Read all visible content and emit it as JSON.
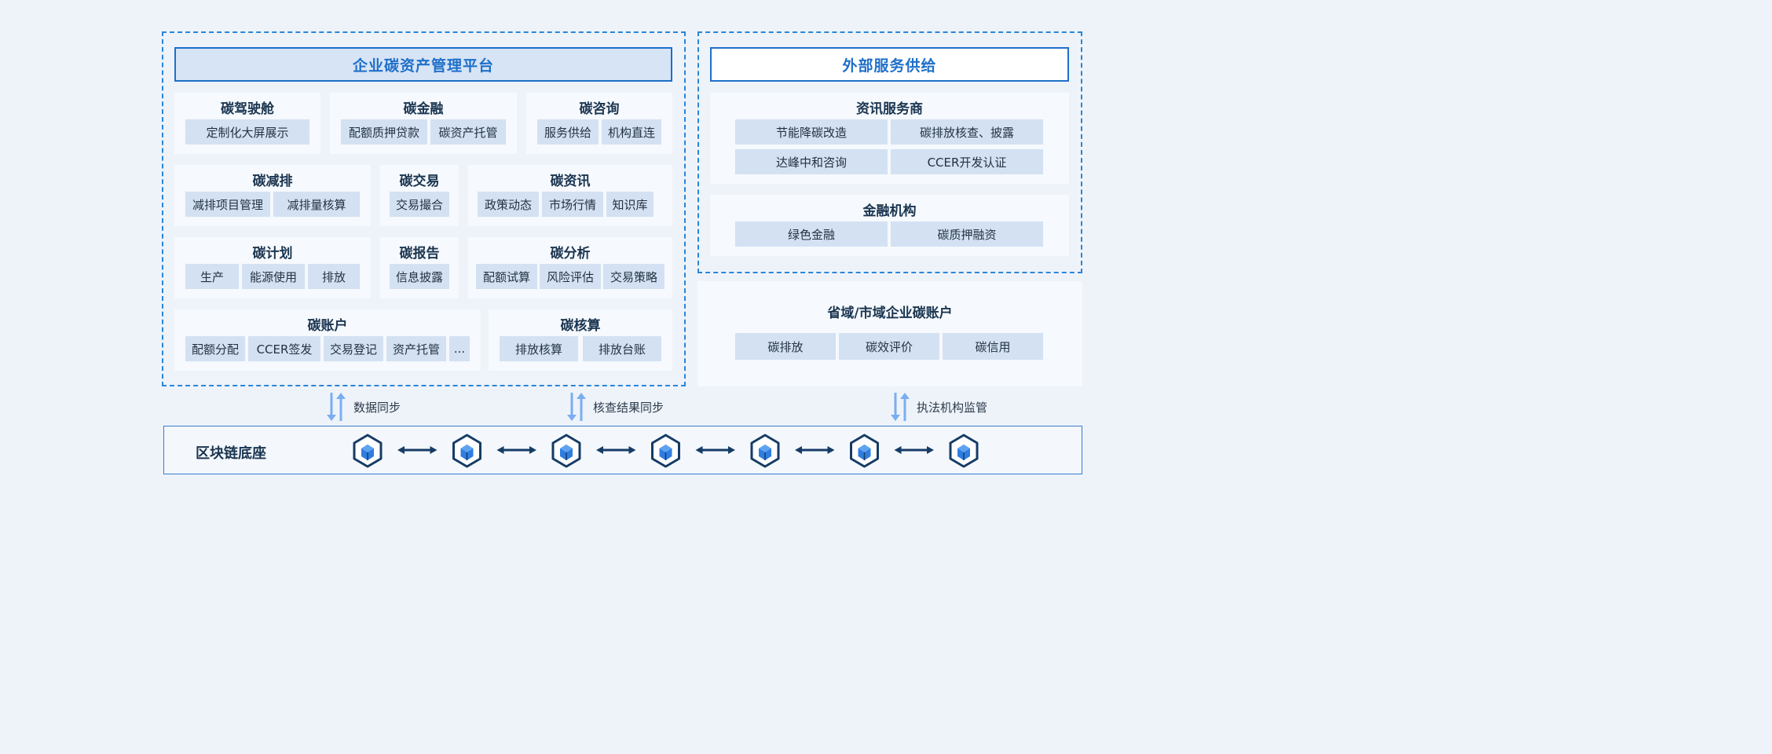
{
  "left_panel": {
    "title": "企业碳资产管理平台",
    "modules": [
      {
        "title": "碳驾驶舱",
        "items": [
          "定制化大屏展示"
        ]
      },
      {
        "title": "碳金融",
        "items": [
          "配额质押贷款",
          "碳资产托管"
        ]
      },
      {
        "title": "碳咨询",
        "items": [
          "服务供给",
          "机构直连"
        ]
      },
      {
        "title": "碳减排",
        "items": [
          "减排项目管理",
          "减排量核算"
        ]
      },
      {
        "title": "碳交易",
        "items": [
          "交易撮合"
        ]
      },
      {
        "title": "碳资讯",
        "items": [
          "政策动态",
          "市场行情",
          "知识库"
        ]
      },
      {
        "title": "碳计划",
        "items": [
          "生产",
          "能源使用",
          "排放"
        ]
      },
      {
        "title": "碳报告",
        "items": [
          "信息披露"
        ]
      },
      {
        "title": "碳分析",
        "items": [
          "配额试算",
          "风险评估",
          "交易策略"
        ]
      },
      {
        "title": "碳账户",
        "items": [
          "配额分配",
          "CCER签发",
          "交易登记",
          "资产托管",
          "..."
        ]
      },
      {
        "title": "碳核算",
        "items": [
          "排放核算",
          "排放台账"
        ]
      }
    ]
  },
  "right_panel": {
    "title": "外部服务供给",
    "modules": [
      {
        "title": "资讯服务商",
        "items": [
          "节能降碳改造",
          "碳排放核查、披露",
          "达峰中和咨询",
          "CCER开发认证"
        ]
      },
      {
        "title": "金融机构",
        "items": [
          "绿色金融",
          "碳质押融资"
        ]
      }
    ]
  },
  "account_panel": {
    "title": "省域/市域企业碳账户",
    "items": [
      "碳排放",
      "碳效评价",
      "碳信用"
    ]
  },
  "arrows": [
    "数据同步",
    "核查结果同步",
    "执法机构监管"
  ],
  "blockchain": {
    "title": "区块链底座",
    "node_count": 7,
    "node_icon": "cube-icon",
    "link_icon": "double-arrow-icon"
  },
  "colors": {
    "accent": "#2a86d8",
    "banner_fill": "#d6e4f6",
    "chip_fill": "#d3e1f3",
    "card_fill": "#f6f9fd",
    "cube": "#163c66",
    "cube_core": "#2f7de0"
  }
}
